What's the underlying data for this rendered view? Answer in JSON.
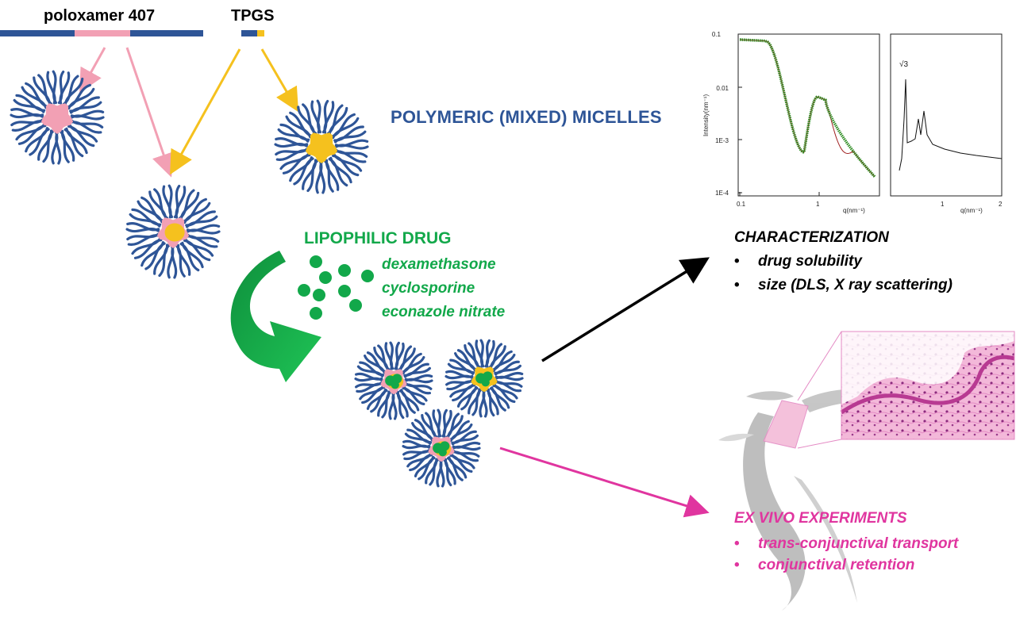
{
  "polymers": {
    "poloxamer_label": "poloxamer 407",
    "tpgs_label": "TPGS"
  },
  "micelles_heading": "POLYMERIC (MIXED) MICELLES",
  "drug": {
    "heading": "LIPOPHILIC DRUG",
    "items": [
      "dexamethasone",
      "cyclosporine",
      "econazole nitrate"
    ]
  },
  "characterization": {
    "heading": "CHARACTERIZATION",
    "items": [
      "drug solubility",
      "size (DLS, X ray scattering)"
    ]
  },
  "ex_vivo": {
    "heading": "EX VIVO EXPERIMENTS",
    "items": [
      "trans-conjunctival transport",
      "conjunctival retention"
    ]
  },
  "plots": {
    "left": {
      "ylabel": "Intensity(nm⁻¹)",
      "xlabel": "q(nm⁻¹)",
      "yticks": [
        "0.1",
        "0.01",
        "1E-3",
        "1E-4"
      ],
      "xticks": [
        "0.1",
        "1"
      ]
    },
    "right": {
      "annotation": "√3",
      "xlabel": "q(nm⁻¹)",
      "xticks": [
        "1",
        "2"
      ]
    }
  },
  "colors": {
    "navy": "#2e5597",
    "pink": "#f2a0b4",
    "gold": "#f5c11e",
    "green": "#12a84a",
    "magenta": "#e0359f",
    "black": "#000000"
  },
  "icons": {
    "micelle": "micelle-icon",
    "drug_dot": "drug-particle-icon",
    "arrow": "flow-arrow-icon",
    "eye": "eye-cross-section-icon",
    "tissue": "tissue-histology-icon"
  }
}
